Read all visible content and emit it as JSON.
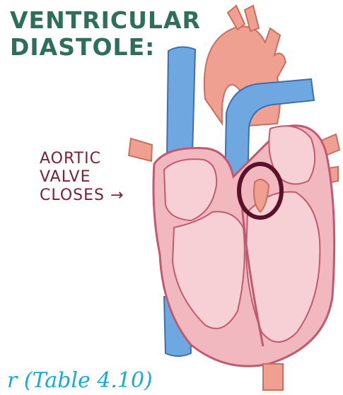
{
  "title": {
    "line1": "VENTRICULAR",
    "line2": "DIASTOLE:"
  },
  "annotation": {
    "line1": "AORTIC",
    "line2": "VALVE",
    "line3": "CLOSES",
    "arrow": "→"
  },
  "handwritten_note": "r (Table 4.10)",
  "colors": {
    "title": "#2e6e5a",
    "annotation": "#7a1f3a",
    "handwriting": "#19a9d6",
    "vessel_blue": "#6fa8e0",
    "heart_pink": "#f2b8c0",
    "aorta_salmon": "#f0a090",
    "valve_circle": "#5a1228"
  }
}
